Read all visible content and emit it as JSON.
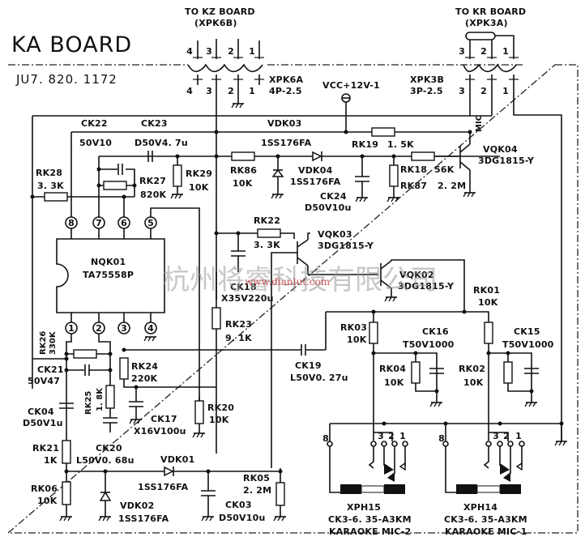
{
  "board": {
    "title": "KA BOARD",
    "part_number": "JU7. 820. 1172"
  },
  "connectors": {
    "kz": {
      "line1": "TO KZ BOARD",
      "line2": "(XPK6B)",
      "name": "XPK6A",
      "spec": "4P-2.5",
      "pins": [
        "4",
        "3",
        "2",
        "1"
      ]
    },
    "kr": {
      "line1": "TO KR BOARD",
      "line2": "(XPK3A)",
      "name": "XPK3B",
      "spec": "3P-2.5",
      "pins": [
        "3",
        "2",
        "1"
      ]
    }
  },
  "supply": {
    "label": "VCC+12V-1"
  },
  "ic": {
    "ref": "NQK01",
    "part": "TA75558P",
    "pins_top": [
      "8",
      "7",
      "6",
      "5"
    ],
    "pins_bottom": [
      "1",
      "2",
      "3",
      "4"
    ]
  },
  "components": {
    "ck22": {
      "ref": "CK22",
      "value": "50V10"
    },
    "ck23": {
      "ref": "CK23",
      "value": "D50V4. 7u"
    },
    "vdk03": {
      "ref": "VDK03",
      "value": "1SS176FA"
    },
    "rk19": {
      "ref": "RK19",
      "value": "1. 5K"
    },
    "mic": {
      "label": "MIC"
    },
    "vqk04": {
      "ref": "VQK04",
      "value": "3DG1815-Y"
    },
    "rk28": {
      "ref": "RK28",
      "value": "3. 3K"
    },
    "rk27": {
      "ref": "RK27",
      "value": "820K"
    },
    "rk29": {
      "ref": "RK29",
      "value": "10K"
    },
    "rk86": {
      "ref": "RK86",
      "value": "10K"
    },
    "vdk04": {
      "ref": "VDK04",
      "value": "1SS176FA"
    },
    "ck24": {
      "ref": "CK24",
      "value": "D50V10u"
    },
    "rk18": {
      "ref": "RK18",
      "value": "56K"
    },
    "rk87": {
      "ref": "RK87",
      "value": "2. 2M"
    },
    "rk22": {
      "ref": "RK22",
      "value": "3. 3K"
    },
    "vqk03": {
      "ref": "VQK03",
      "value": "3DG1815-Y"
    },
    "ck18": {
      "ref": "CK18",
      "value": "X35V220u"
    },
    "vqk02": {
      "ref": "VQK02",
      "value": "3DG1815-Y"
    },
    "rk01": {
      "ref": "RK01",
      "value": "10K"
    },
    "rk23": {
      "ref": "RK23",
      "value": "9. 1K"
    },
    "rk26": {
      "ref": "RK26",
      "value": "330K"
    },
    "ck21": {
      "ref": "CK21",
      "value": "50V47"
    },
    "rk24": {
      "ref": "RK24",
      "value": "220K"
    },
    "ck19": {
      "ref": "CK19",
      "value": "L50V0. 27u"
    },
    "rk03": {
      "ref": "RK03",
      "value": "10K"
    },
    "ck16": {
      "ref": "CK16",
      "value": "T50V1000"
    },
    "ck15": {
      "ref": "CK15",
      "value": "T50V1000"
    },
    "rk04": {
      "ref": "RK04",
      "value": "10K"
    },
    "rk02": {
      "ref": "RK02",
      "value": "10K"
    },
    "ck04": {
      "ref": "CK04",
      "value": "D50V1u"
    },
    "rk25": {
      "ref": "RK25",
      "value": "1. 8K"
    },
    "ck17": {
      "ref": "CK17",
      "value": "X16V100u"
    },
    "rk20": {
      "ref": "RK20",
      "value": "10K"
    },
    "rk21": {
      "ref": "RK21",
      "value": "1K"
    },
    "ck20": {
      "ref": "CK20",
      "value": "L50V0. 68u"
    },
    "vdk01": {
      "ref": "VDK01",
      "value": "1SS176FA"
    },
    "rk05": {
      "ref": "RK05",
      "value": "2. 2M"
    },
    "rk06": {
      "ref": "RK06",
      "value": "10K"
    },
    "vdk02": {
      "ref": "VDK02",
      "value": "1SS176FA"
    },
    "ck03": {
      "ref": "CK03",
      "value": "D50V10u"
    }
  },
  "jacks": {
    "xph15": {
      "ref": "XPH15",
      "part": "CK3-6. 35-A3KM",
      "desc": "KARAOKE MIC-2",
      "pins": [
        "8",
        "3",
        "2",
        "1"
      ]
    },
    "xph14": {
      "ref": "XPH14",
      "part": "CK3-6. 35-A3KM",
      "desc": "KARAOKE MIC-1",
      "pins": [
        "8",
        "3",
        "2",
        "1"
      ]
    }
  },
  "watermark": {
    "text": "杭州将睿科技有限公司",
    "url": "www.dianlut.com"
  }
}
